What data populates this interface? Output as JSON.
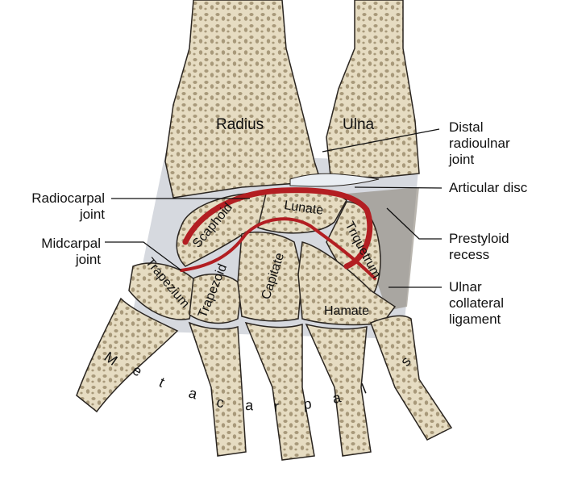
{
  "bones": {
    "radius": "Radius",
    "ulna": "Ulna",
    "scaphoid": "Scaphoid",
    "lunate": "Lunate",
    "triquetrum": "Triquetrum",
    "trapezium": "Trapezium",
    "trapezoid": "Trapezoid",
    "capitate": "Capitate",
    "hamate": "Hamate",
    "metacarpals_letters": [
      "M",
      "e",
      "t",
      "a",
      "c",
      "a",
      "r",
      "p",
      "a",
      "l",
      "s"
    ]
  },
  "callouts": {
    "distal_radioulnar": [
      "Distal",
      "radioulnar",
      "joint"
    ],
    "articular_disc": [
      "Articular disc"
    ],
    "radiocarpal": [
      "Radiocarpal",
      "joint"
    ],
    "midcarpal": [
      "Midcarpal",
      "joint"
    ],
    "prestyloid": [
      "Prestyloid",
      "recess"
    ],
    "ulnar_collateral": [
      "Ulnar",
      "collateral",
      "ligament"
    ]
  },
  "colors": {
    "bone": "#e6dcc2",
    "bone_outline": "#2a2520",
    "spongy": "#b9a98a",
    "joint_red": "#b31e22",
    "ligament": "#c9cdd6"
  }
}
